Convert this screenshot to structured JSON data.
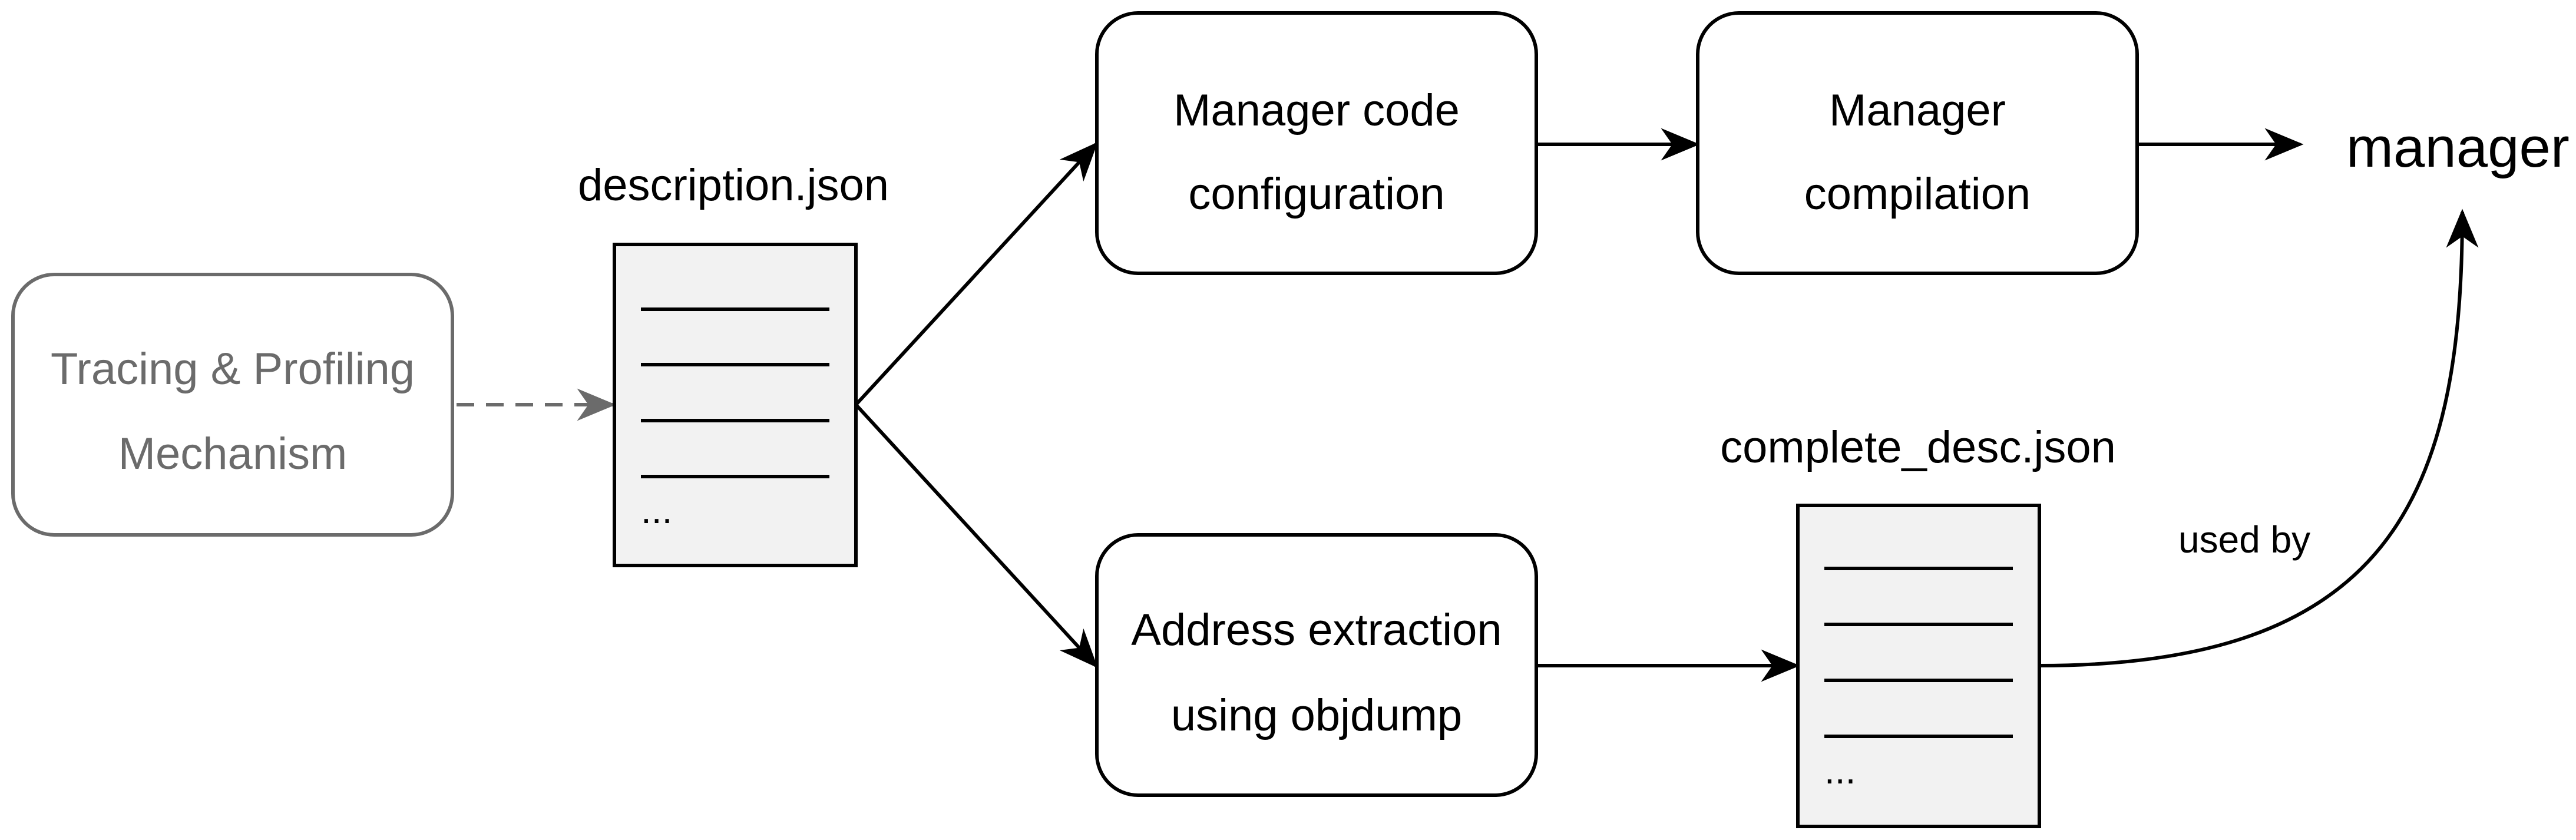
{
  "colors": {
    "stroke": "#000000",
    "muted": "#6b6b6b",
    "file_fill": "#f2f2f2",
    "background": "#ffffff"
  },
  "nodes": {
    "tracing": {
      "line1": "Tracing & Profiling",
      "line2": "Mechanism"
    },
    "description_file": {
      "title": "description.json",
      "ellipsis": "..."
    },
    "manager_config": {
      "line1": "Manager code",
      "line2": "configuration"
    },
    "manager_compile": {
      "line1": "Manager",
      "line2": "compilation"
    },
    "manager_output": {
      "label": "manager"
    },
    "address_extraction": {
      "line1": "Address extraction",
      "line2": "using objdump"
    },
    "complete_desc_file": {
      "title": "complete_desc.json",
      "ellipsis": "..."
    }
  },
  "edges": {
    "used_by": "used by"
  }
}
